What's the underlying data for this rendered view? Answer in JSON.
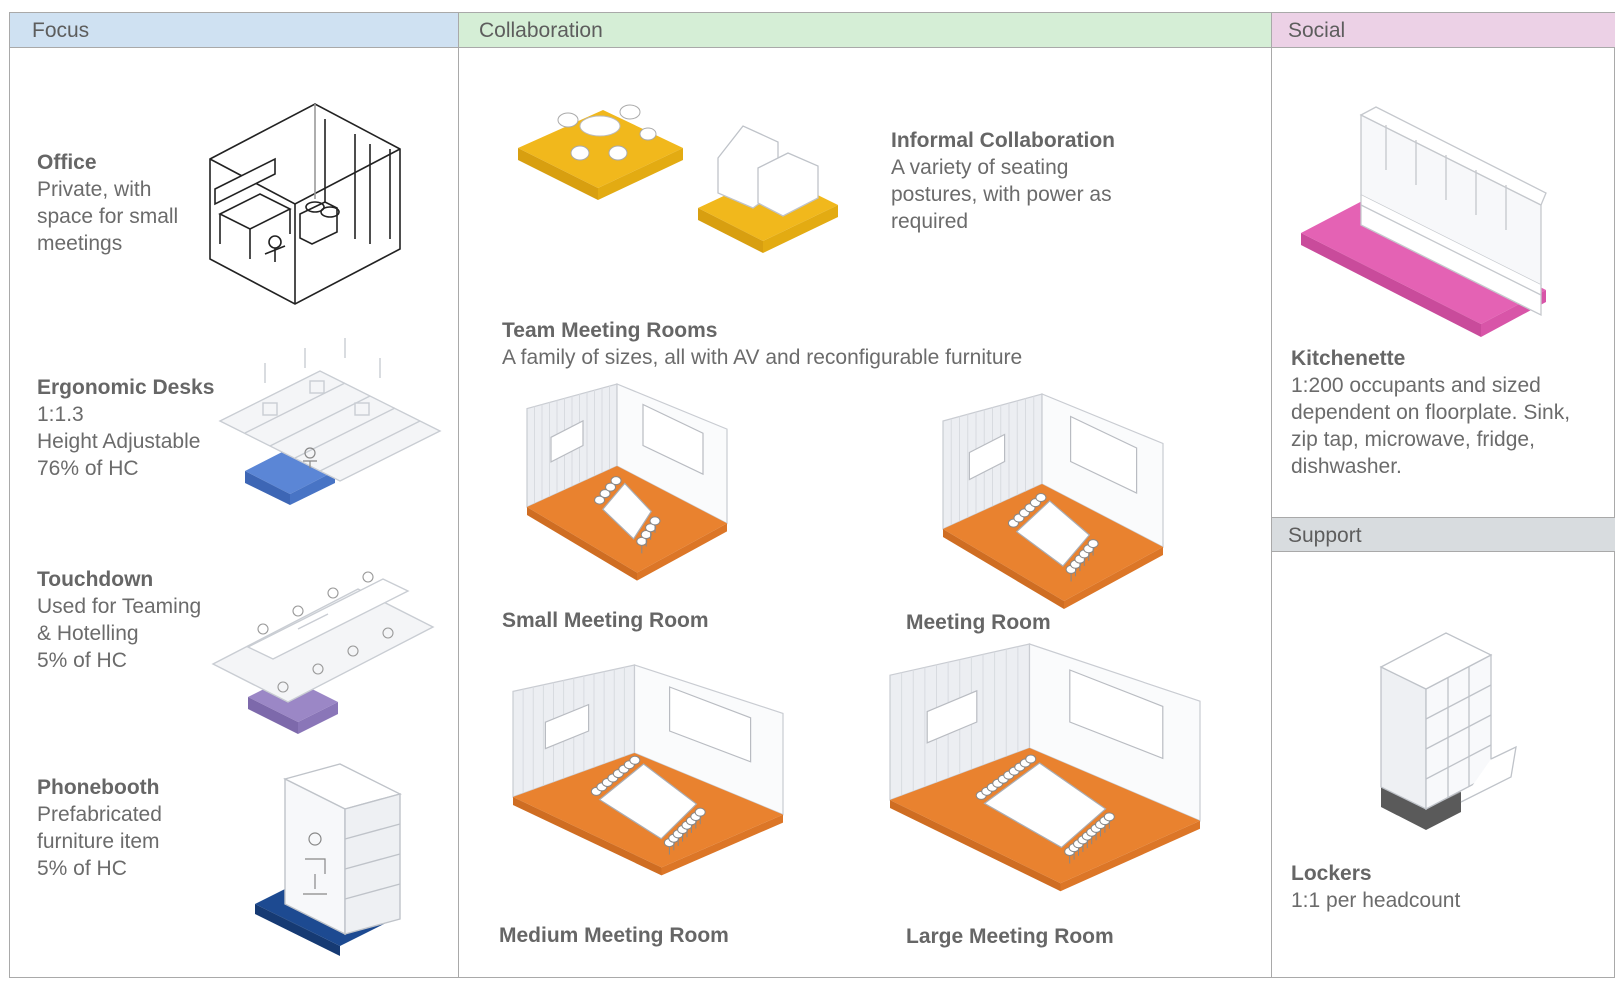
{
  "headers": {
    "focus": "Focus",
    "collaboration": "Collaboration",
    "social": "Social",
    "support": "Support"
  },
  "focus": {
    "office": {
      "title": "Office",
      "lines": [
        "Private, with",
        "space for small",
        "meetings"
      ]
    },
    "ergonomic": {
      "title": "Ergonomic Desks",
      "lines": [
        "1:1.3",
        "Height Adjustable",
        "76% of HC"
      ]
    },
    "touchdown": {
      "title": "Touchdown",
      "lines": [
        "Used for Teaming",
        "& Hotelling",
        "5% of HC"
      ]
    },
    "phonebooth": {
      "title": "Phonebooth",
      "lines": [
        "Prefabricated",
        "furniture item",
        "5% of HC"
      ]
    }
  },
  "collaboration": {
    "informal": {
      "title": "Informal Collaboration",
      "lines": [
        "A variety of seating",
        "postures, with power as",
        "required"
      ]
    },
    "team": {
      "title": "Team Meeting Rooms",
      "lines": [
        "A family of sizes, all with AV and reconfigurable furniture"
      ]
    },
    "rooms": {
      "small": "Small Meeting Room",
      "meeting": "Meeting Room",
      "medium": "Medium Meeting Room",
      "large": "Large Meeting Room"
    }
  },
  "social": {
    "kitchenette": {
      "title": "Kitchenette",
      "lines": [
        "1:200 occupants and sized",
        "dependent on floorplate. Sink,",
        "zip tap, microwave, fridge,",
        "dishwasher."
      ]
    }
  },
  "support": {
    "lockers": {
      "title": "Lockers",
      "lines": [
        "1:1 per headcount"
      ]
    }
  },
  "colors": {
    "focus_header": "#cfe1f2",
    "collaboration_header": "#d5eed6",
    "social_header": "#ecd1e6",
    "support_header": "#d8dcdf",
    "informal_floor": "#f1b81c",
    "ergonomic_floor": "#5b86d6",
    "touchdown_floor": "#9b87c6",
    "phonebooth_floor": "#1d4a91",
    "meeting_floor": "#e9822f",
    "kitchenette_floor": "#e462b4",
    "lockers_base": "#5a5a5a"
  },
  "icons": [
    "office-room-icon",
    "ergonomic-desks-icon",
    "touchdown-bench-icon",
    "phonebooth-icon",
    "informal-collaboration-icon",
    "small-meeting-room-icon",
    "meeting-room-icon",
    "medium-meeting-room-icon",
    "large-meeting-room-icon",
    "kitchenette-icon",
    "lockers-icon"
  ]
}
